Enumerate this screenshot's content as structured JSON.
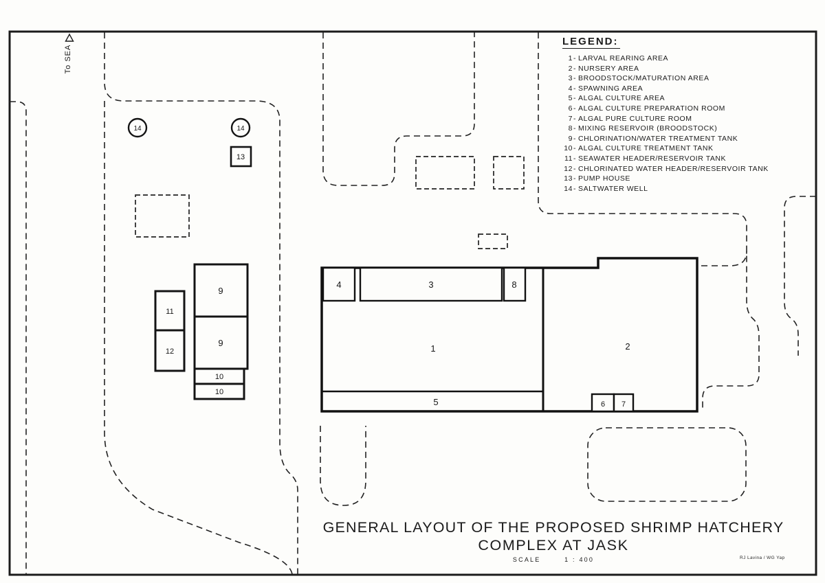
{
  "drawing": {
    "to_sea_label": "To SEA",
    "title_line1": "GENERAL LAYOUT OF THE PROPOSED SHRIMP HATCHERY",
    "title_line2": "COMPLEX AT JASK",
    "scale_label": "SCALE",
    "scale_value": "1 : 400",
    "credit": "RJ Lavina / WG Yap"
  },
  "colors": {
    "ink": "#1b1b1b",
    "paper": "#fdfdfb"
  },
  "legend": {
    "title": "LEGEND:",
    "dash": "-",
    "items": [
      {
        "num": "1",
        "label": "LARVAL REARING AREA"
      },
      {
        "num": "2",
        "label": "NURSERY AREA"
      },
      {
        "num": "3",
        "label": "BROODSTOCK/MATURATION AREA"
      },
      {
        "num": "4",
        "label": "SPAWNING AREA"
      },
      {
        "num": "5",
        "label": "ALGAL CULTURE AREA"
      },
      {
        "num": "6",
        "label": "ALGAL CULTURE PREPARATION ROOM"
      },
      {
        "num": "7",
        "label": "ALGAL PURE CULTURE ROOM"
      },
      {
        "num": "8",
        "label": "MIXING RESERVOIR (BROODSTOCK)"
      },
      {
        "num": "9",
        "label": "CHLORINATION/WATER TREATMENT TANK"
      },
      {
        "num": "10",
        "label": "ALGAL CULTURE TREATMENT TANK"
      },
      {
        "num": "11",
        "label": "SEAWATER HEADER/RESERVOIR TANK"
      },
      {
        "num": "12",
        "label": "CHLORINATED WATER HEADER/RESERVOIR TANK"
      },
      {
        "num": "13",
        "label": "PUMP HOUSE"
      },
      {
        "num": "14",
        "label": "SALTWATER WELL"
      }
    ]
  },
  "rooms": {
    "r1": "1",
    "r2": "2",
    "r3": "3",
    "r4": "4",
    "r5": "5",
    "r6": "6",
    "r7": "7",
    "r8": "8",
    "r9a": "9",
    "r9b": "9",
    "r10a": "10",
    "r10b": "10",
    "r11": "11",
    "r12": "12",
    "r13": "13",
    "r14a": "14",
    "r14b": "14"
  }
}
